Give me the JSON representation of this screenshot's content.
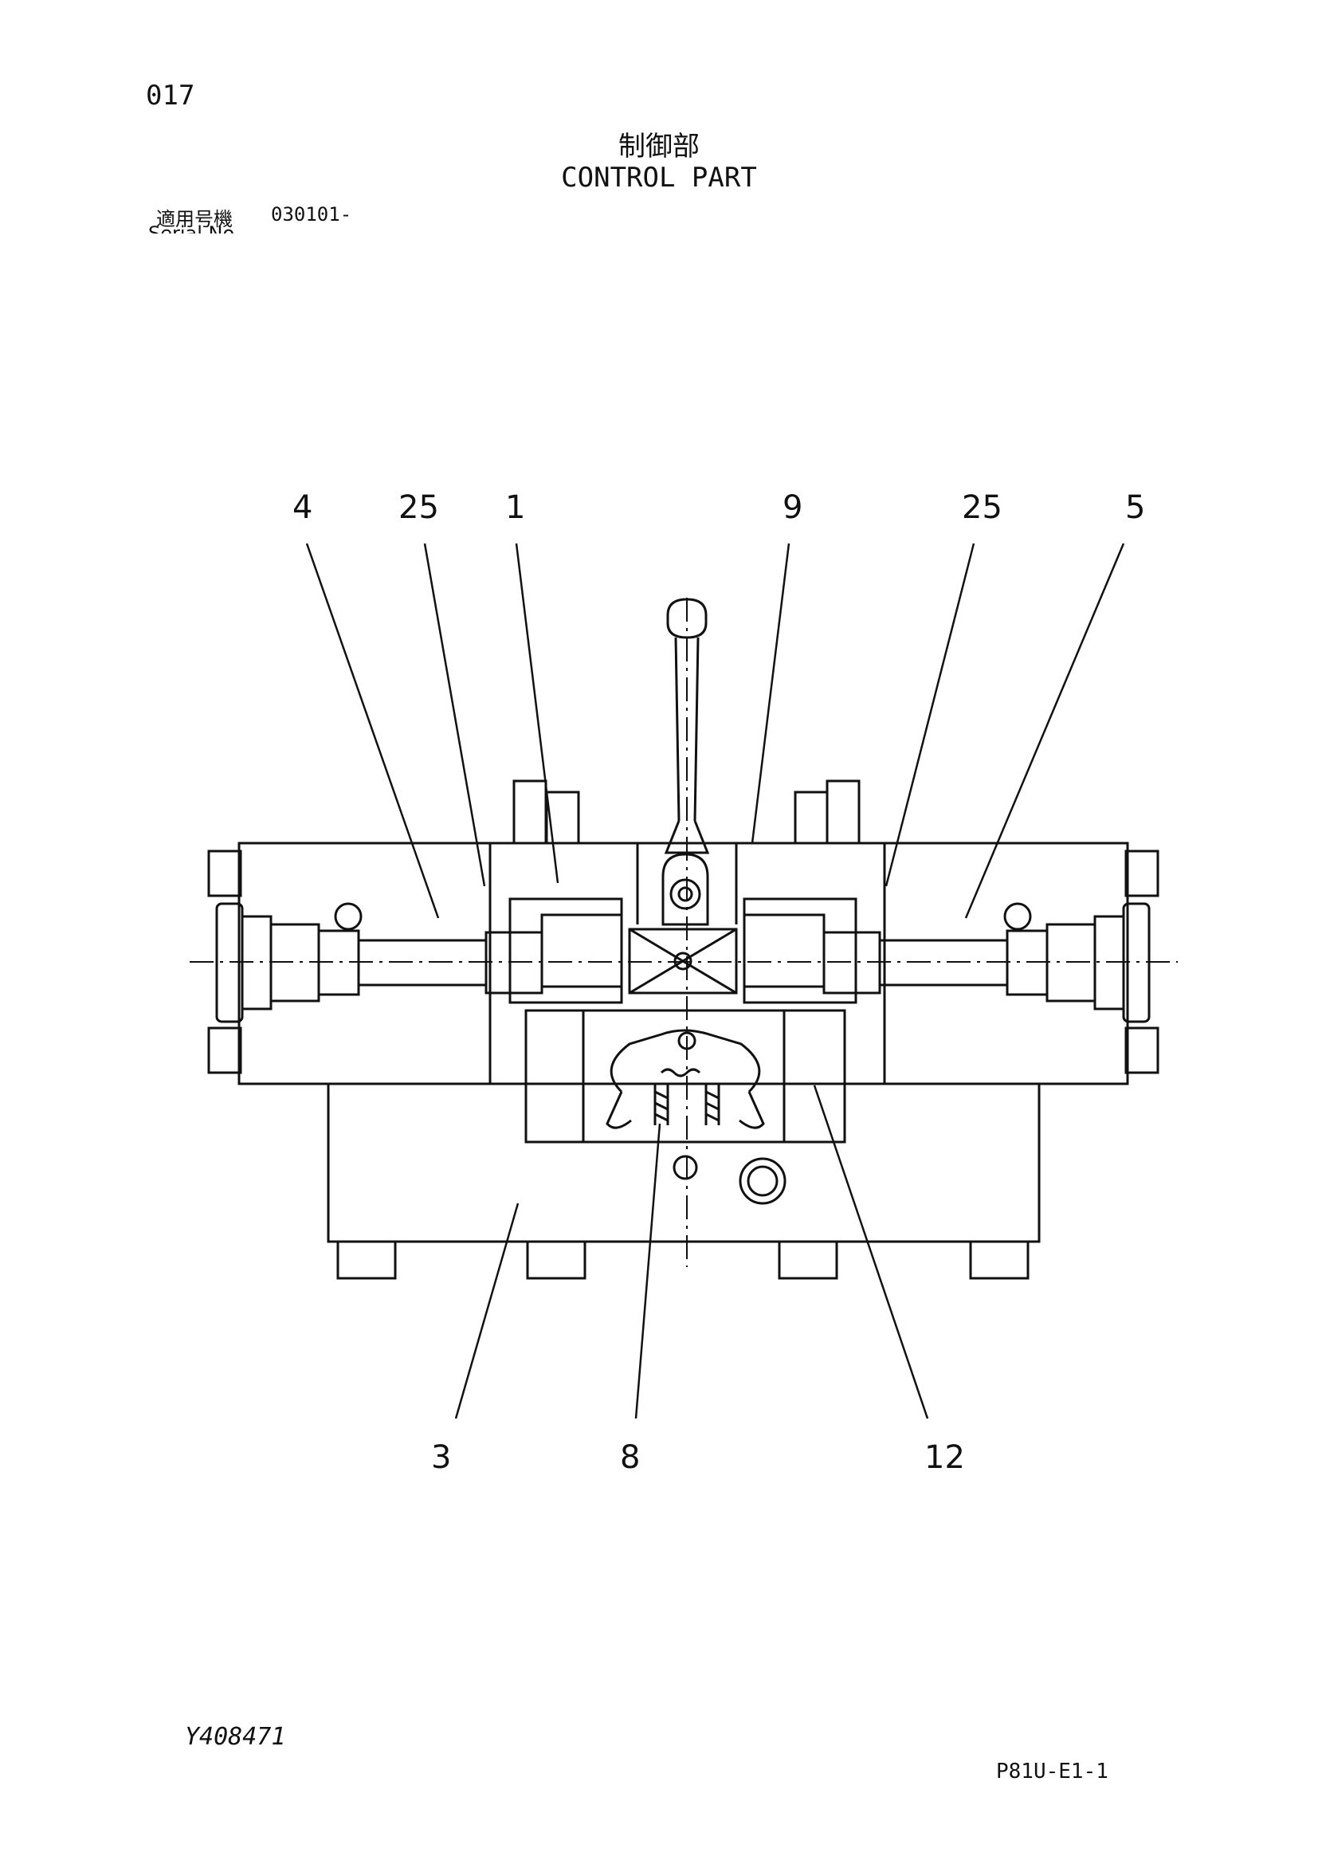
{
  "header": {
    "page_number": "017",
    "title_jp": "制御部",
    "title_en": "CONTROL PART",
    "serial_label": "適用号機",
    "serial_value": "030101-",
    "serial_label_en": "Serial No."
  },
  "callouts": {
    "top": [
      "4",
      "25",
      "1",
      "9",
      "25",
      "5"
    ],
    "bottom": [
      "3",
      "8",
      "12"
    ]
  },
  "footer": {
    "drawing_id": "Y408471",
    "sheet_id": "P81U-E1-1"
  }
}
